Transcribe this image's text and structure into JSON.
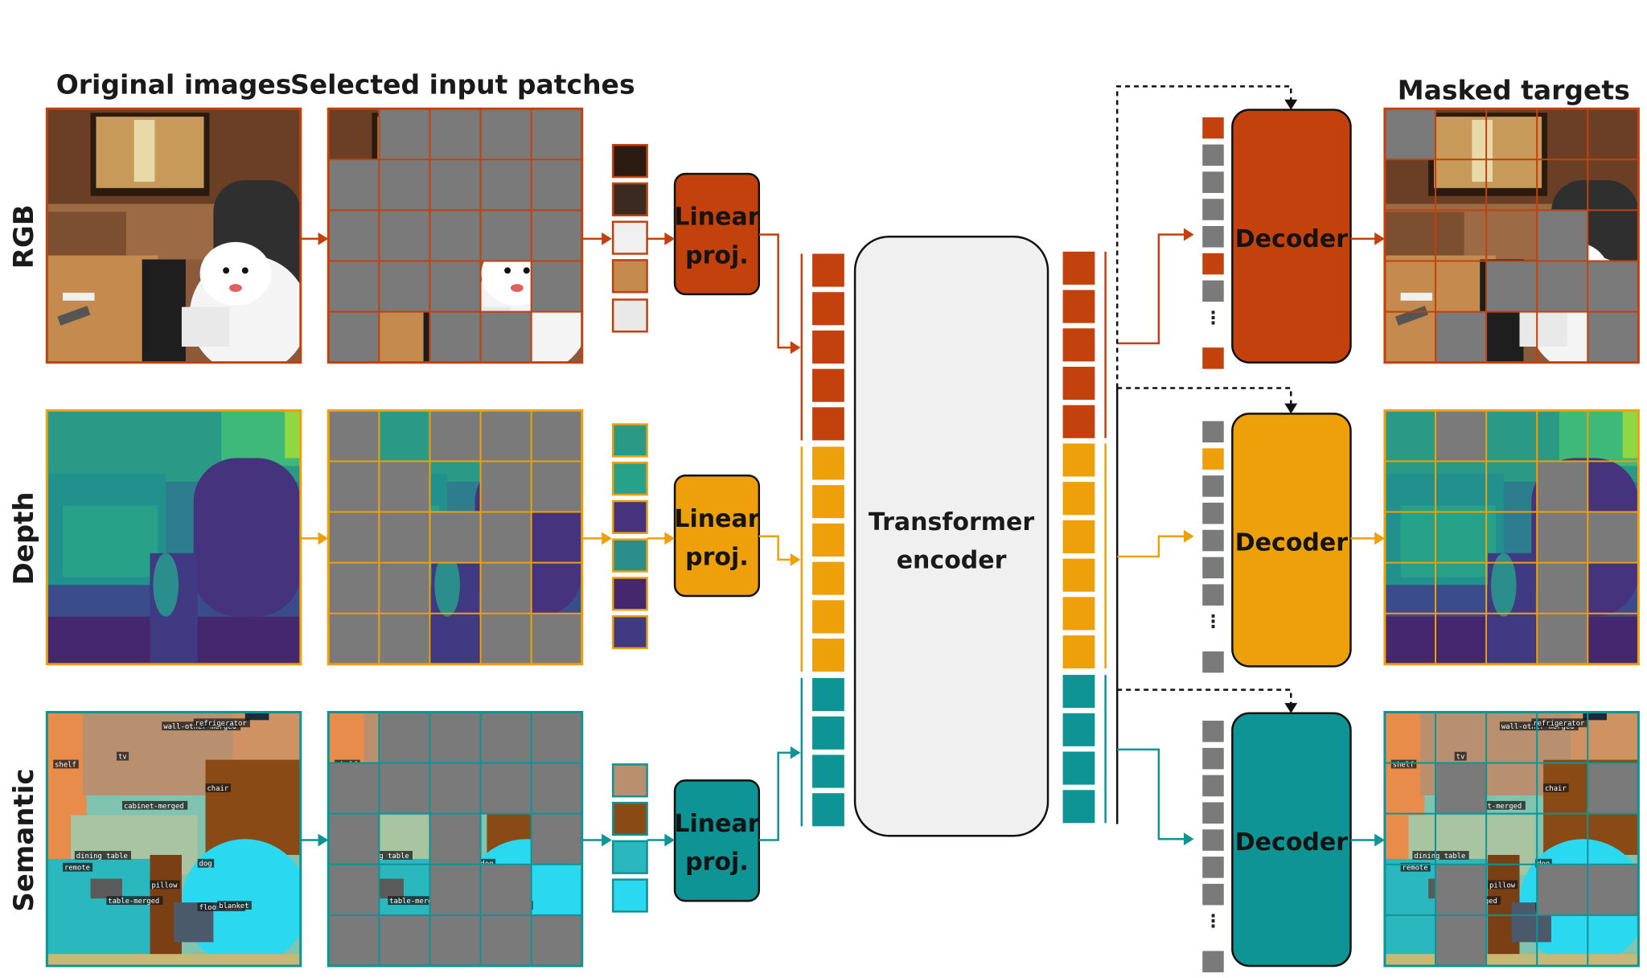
{
  "headers": {
    "original": "Original images",
    "selected": "Selected input patches",
    "masked": "Masked targets"
  },
  "rows": [
    {
      "id": "rgb",
      "label": "RGB",
      "color": "#c2410c"
    },
    {
      "id": "depth",
      "label": "Depth",
      "color": "#eea00b"
    },
    {
      "id": "semantic",
      "label": "Semantic",
      "color": "#0e9494"
    }
  ],
  "linear_proj_label": [
    "Linear",
    "proj."
  ],
  "encoder_label": [
    "Transformer",
    "encoder"
  ],
  "decoder_label": "Decoder",
  "ellipsis": "⋮",
  "mask_color": "#7a7a7a",
  "semantic_segment_labels": [
    "shelf",
    "tv",
    "wall-other-merged",
    "refrigerator",
    "dining table",
    "chair",
    "cabinet-merged",
    "remote",
    "floor-wood",
    "dog",
    "pillow",
    "table-merged",
    "blanket"
  ]
}
